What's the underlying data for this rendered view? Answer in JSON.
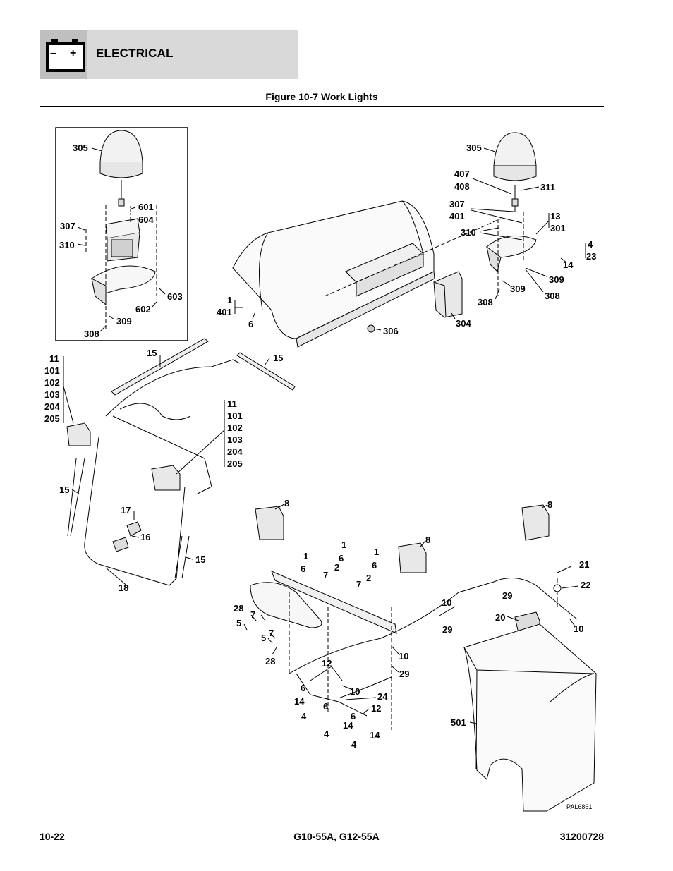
{
  "header": {
    "section": "ELECTRICAL",
    "icon": "battery-icon",
    "battery_symbols": [
      "–",
      "+"
    ]
  },
  "figure": {
    "title": "Figure 10-7 Work Lights",
    "code": "PAL6861"
  },
  "callouts": [
    "305",
    "601",
    "604",
    "307",
    "310",
    "603",
    "602",
    "309",
    "308",
    "305",
    "407",
    "408",
    "311",
    "307",
    "401",
    "13",
    "301",
    "310",
    "4",
    "23",
    "14",
    "309",
    "308",
    "309",
    "308",
    "1",
    "401",
    "6",
    "306",
    "304",
    "15",
    "15",
    "11",
    "101",
    "102",
    "103",
    "204",
    "205",
    "11",
    "101",
    "102",
    "103",
    "204",
    "205",
    "15",
    "17",
    "16",
    "15",
    "18",
    "8",
    "8",
    "8",
    "1",
    "1",
    "1",
    "6",
    "6",
    "6",
    "7",
    "2",
    "2",
    "7",
    "21",
    "22",
    "29",
    "10",
    "29",
    "20",
    "10",
    "10",
    "29",
    "28",
    "7",
    "5",
    "5",
    "7",
    "28",
    "12",
    "10",
    "24",
    "12",
    "6",
    "14",
    "4",
    "6",
    "14",
    "4",
    "6",
    "14",
    "4",
    "501"
  ],
  "footer": {
    "page": "10-22",
    "model": "G10-55A, G12-55A",
    "doc": "31200728"
  }
}
